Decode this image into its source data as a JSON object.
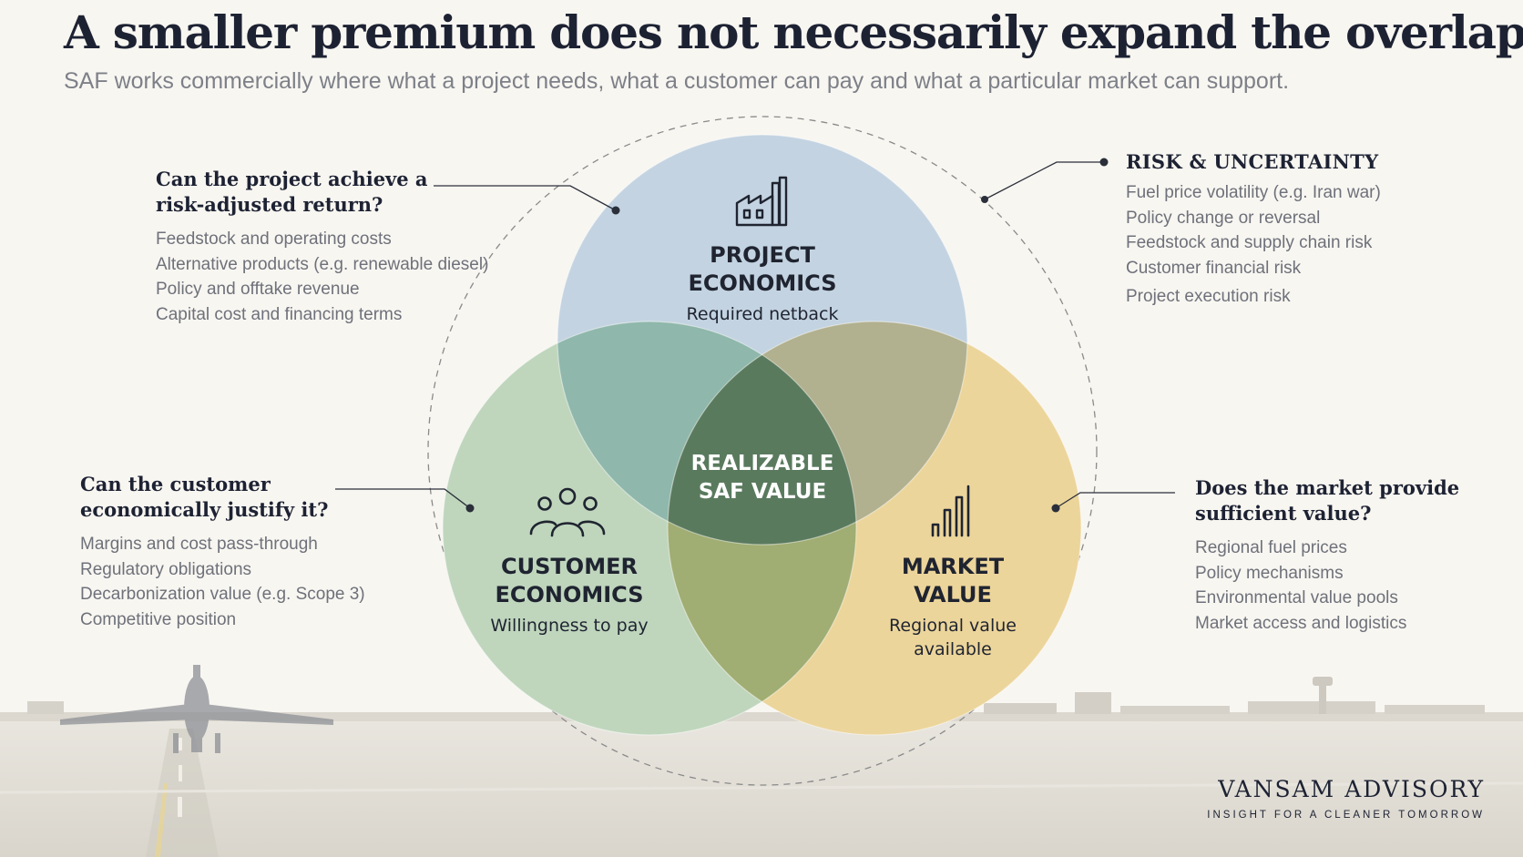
{
  "header": {
    "title": "A smaller premium does not necessarily expand the overlap.",
    "subtitle": "SAF works commercially where what a project needs, what a customer can pay and what a particular market can support."
  },
  "callouts": {
    "project": {
      "question": "Can the project achieve a risk-adjusted return?",
      "items": [
        "Feedstock and operating costs",
        "Alternative products (e.g. renewable diesel)",
        "Policy and offtake revenue",
        "Capital cost and financing terms"
      ]
    },
    "customer": {
      "question": "Can the customer economically justify it?",
      "items": [
        "Margins and cost pass-through",
        "Regulatory obligations",
        "Decarbonization value (e.g. Scope 3)",
        "Competitive position"
      ]
    },
    "market": {
      "question": "Does the market provide sufficient value?",
      "items": [
        "Regional fuel prices",
        "Policy mechanisms",
        "Environmental value pools",
        "Market access and logistics"
      ]
    },
    "risk": {
      "title": "RISK & UNCERTAINTY",
      "items": [
        "Fuel price volatility (e.g. Iran war)",
        "Policy change or reversal",
        "Feedstock and supply chain risk",
        "Customer financial risk",
        "Project execution risk"
      ]
    }
  },
  "venn": {
    "project": {
      "title_line1": "PROJECT",
      "title_line2": "ECONOMICS",
      "sub": "Required netback",
      "icon": "factory-icon",
      "color": "#c3d3e1"
    },
    "customer": {
      "title_line1": "CUSTOMER",
      "title_line2": "ECONOMICS",
      "sub": "Willingness to pay",
      "icon": "people-icon",
      "color": "#bfd6bd"
    },
    "market": {
      "title_line1": "MARKET",
      "title_line2": "VALUE",
      "sub_line1": "Regional value",
      "sub_line2": "available",
      "icon": "bar-chart-icon",
      "color": "#ecd59b"
    },
    "center": {
      "line1": "REALIZABLE",
      "line2": "SAF VALUE",
      "color": "#5a7a5e"
    }
  },
  "brand": {
    "name": "VANSAM ADVISORY",
    "tagline": "INSIGHT FOR A CLEANER TOMORROW"
  }
}
